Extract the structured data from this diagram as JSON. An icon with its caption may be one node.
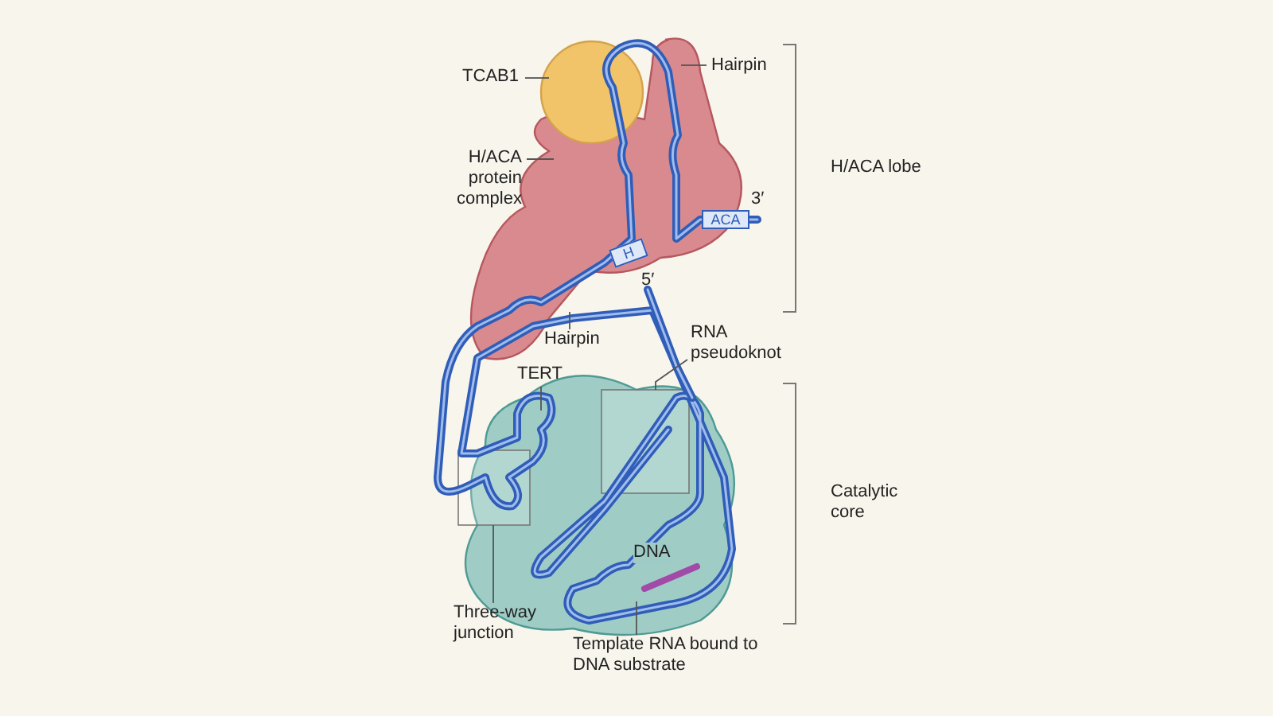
{
  "diagram": {
    "nodes": [
      {
        "text": [
          "TCAB1"
        ]
      },
      {
        "text": [
          "Hairpin"
        ]
      },
      {
        "text": [
          "H/ACA protein complex"
        ]
      },
      {
        "text": [
          "Hairpin"
        ]
      },
      {
        "text": [
          "RNA pseudoknot"
        ]
      },
      {
        "text": [
          "TERT"
        ]
      },
      {
        "text": [
          "Three-way junction"
        ]
      },
      {
        "text": [
          "Template RNA bound to DNA substrate"
        ]
      },
      {
        "text": [
          "H"
        ]
      },
      {
        "text": [
          "ACA"
        ]
      }
    ],
    "edges": [
      {
        "from": 0,
        "to": null,
        "arrow": "none"
      },
      {
        "from": 1,
        "to": null,
        "arrow": "none"
      },
      {
        "from": 2,
        "to": null,
        "arrow": "none"
      },
      {
        "from": 3,
        "to": null,
        "arrow": "none"
      },
      {
        "from": 4,
        "to": null,
        "arrow": "none"
      },
      {
        "from": 5,
        "to": null,
        "arrow": "none"
      },
      {
        "from": 6,
        "to": null,
        "arrow": "none"
      },
      {
        "from": 7,
        "to": null,
        "arrow": "none"
      }
    ],
    "labels": [
      "H/ACA lobe",
      "3′",
      "5′",
      "DNA",
      "Catalytic core"
    ]
  }
}
